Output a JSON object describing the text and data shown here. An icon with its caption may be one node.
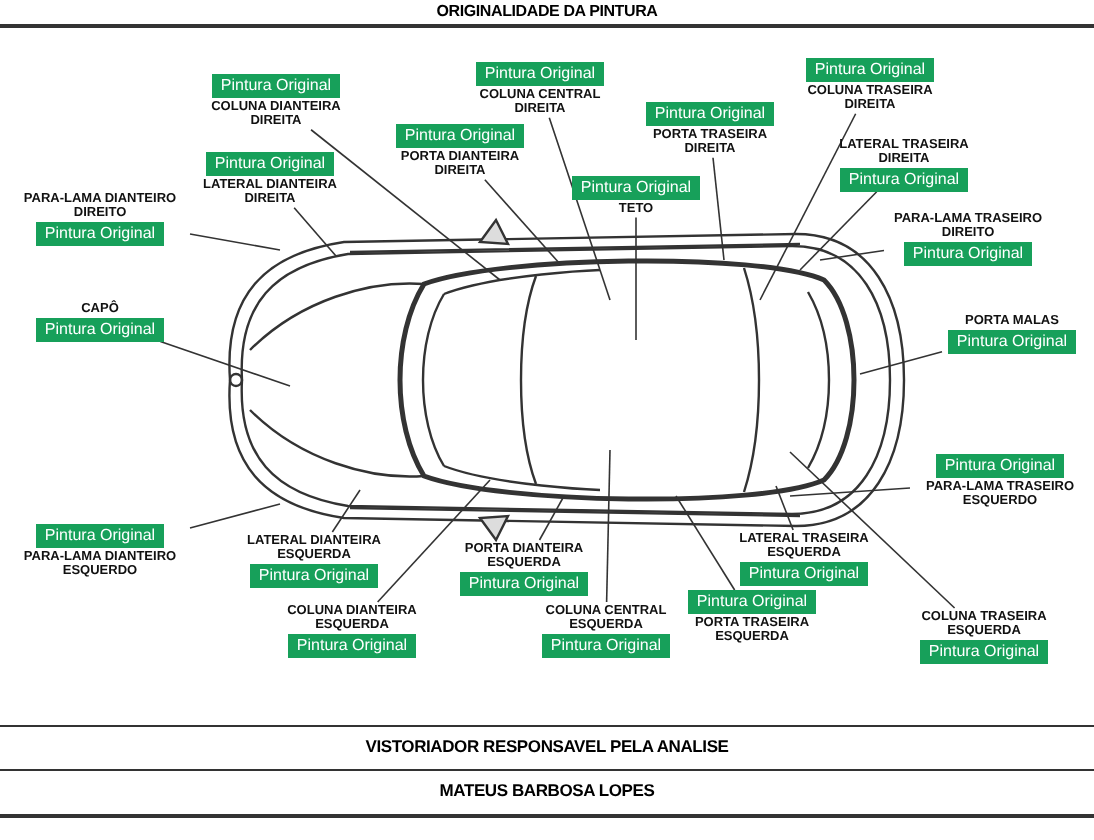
{
  "diagram": {
    "title": "ORIGINALIDADE DA PINTURA",
    "nodes": [
      {
        "text": [
          "Pintura Original",
          "COLUNA DIANTEIRA DIREITA"
        ]
      },
      {
        "text": [
          "Pintura Original",
          "COLUNA CENTRAL DIREITA"
        ]
      },
      {
        "text": [
          "Pintura Original",
          "PORTA TRASEIRA DIREITA"
        ]
      },
      {
        "text": [
          "Pintura Original",
          "COLUNA TRASEIRA DIREITA"
        ]
      },
      {
        "text": [
          "Pintura Original",
          "PORTA DIANTEIRA DIREITA"
        ]
      },
      {
        "text": [
          "Pintura Original",
          "LATERAL DIANTEIRA DIREITA"
        ]
      },
      {
        "text": [
          "Pintura Original",
          "TETO"
        ]
      },
      {
        "text": [
          "LATERAL TRASEIRA DIREITA",
          "Pintura Original"
        ]
      },
      {
        "text": [
          "PARA-LAMA DIANTEIRO DIREITO",
          "Pintura Original"
        ]
      },
      {
        "text": [
          "PARA-LAMA TRASEIRO DIREITO",
          "Pintura Original"
        ]
      },
      {
        "text": [
          "CAPÔ",
          "Pintura Original"
        ]
      },
      {
        "text": [
          "PORTA MALAS",
          "Pintura Original"
        ]
      },
      {
        "text": [
          "Pintura Original",
          "PARA-LAMA TRASEIRO ESQUERDO"
        ]
      },
      {
        "text": [
          "Pintura Original",
          "PARA-LAMA DIANTEIRO ESQUERDO"
        ]
      },
      {
        "text": [
          "LATERAL DIANTEIRA ESQUERDA",
          "Pintura Original"
        ]
      },
      {
        "text": [
          "PORTA DIANTEIRA ESQUERDA",
          "Pintura Original"
        ]
      },
      {
        "text": [
          "COLUNA DIANTEIRA ESQUERDA",
          "Pintura Original"
        ]
      },
      {
        "text": [
          "COLUNA CENTRAL ESQUERDA",
          "Pintura Original"
        ]
      },
      {
        "text": [
          "LATERAL TRASEIRA ESQUERDA",
          "Pintura Original"
        ]
      },
      {
        "text": [
          "Pintura Original",
          "PORTA TRASEIRA ESQUERDA"
        ]
      },
      {
        "text": [
          "COLUNA TRASEIRA ESQUERDA",
          "Pintura Original"
        ]
      }
    ],
    "edges": [
      {
        "from": 0,
        "to": null,
        "arrow": "none"
      },
      {
        "from": 1,
        "to": null,
        "arrow": "none"
      },
      {
        "from": 2,
        "to": null,
        "arrow": "none"
      },
      {
        "from": 3,
        "to": null,
        "arrow": "none"
      },
      {
        "from": 4,
        "to": null,
        "arrow": "none"
      },
      {
        "from": 5,
        "to": null,
        "arrow": "none"
      },
      {
        "from": 6,
        "to": null,
        "arrow": "none"
      },
      {
        "from": 7,
        "to": null,
        "arrow": "none"
      },
      {
        "from": 8,
        "to": null,
        "arrow": "none"
      },
      {
        "from": 9,
        "to": null,
        "arrow": "none"
      },
      {
        "from": 10,
        "to": null,
        "arrow": "none"
      },
      {
        "from": 11,
        "to": null,
        "arrow": "none"
      },
      {
        "from": 12,
        "to": null,
        "arrow": "none"
      },
      {
        "from": 13,
        "to": null,
        "arrow": "none"
      },
      {
        "from": 14,
        "to": null,
        "arrow": "none"
      },
      {
        "from": 15,
        "to": null,
        "arrow": "none"
      },
      {
        "from": 16,
        "to": null,
        "arrow": "none"
      },
      {
        "from": 17,
        "to": null,
        "arrow": "none"
      },
      {
        "from": 18,
        "to": null,
        "arrow": "none"
      },
      {
        "from": 19,
        "to": null,
        "arrow": "none"
      },
      {
        "from": 20,
        "to": null,
        "arrow": "none"
      }
    ],
    "labels": [
      "VISTORIADOR RESPONSAVEL PELA ANALISE",
      "MATEUS BARBOSA LOPES"
    ]
  }
}
